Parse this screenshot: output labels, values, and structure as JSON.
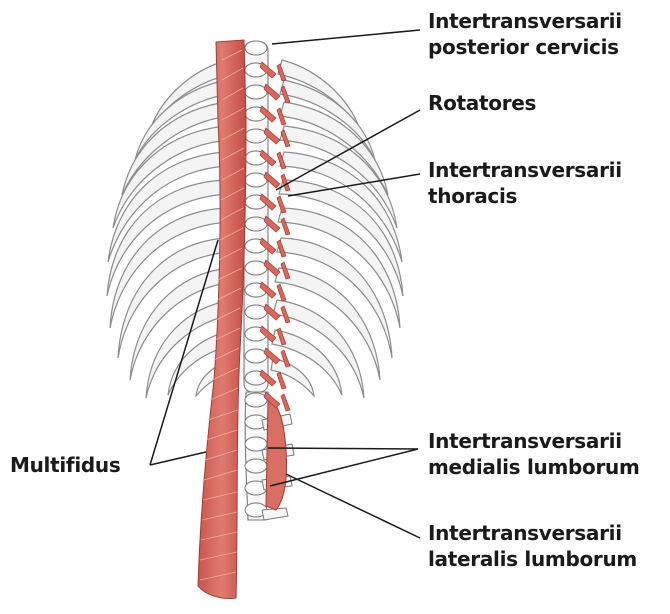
{
  "figure": {
    "labels": {
      "intertransversarii_posterior_cervicis": [
        "Intertransversarii",
        "posterior cervicis"
      ],
      "rotatores": [
        "Rotatores"
      ],
      "intertransversarii_thoracis": [
        "Intertransversarii",
        "thoracis"
      ],
      "multifidus": [
        "Multifidus"
      ],
      "intertransversarii_medialis_lumborum": [
        "Intertransversarii",
        "medialis lumborum"
      ],
      "intertransversarii_lateralis_lumborum": [
        "Intertransversarii",
        "lateralis lumborum"
      ]
    },
    "colors": {
      "muscle": "#d9675c",
      "muscle_dark": "#b8453d",
      "bone": "#f3f3f3",
      "bone_outline": "#8a8a8a",
      "leader_line": "#1a1a1a"
    }
  }
}
